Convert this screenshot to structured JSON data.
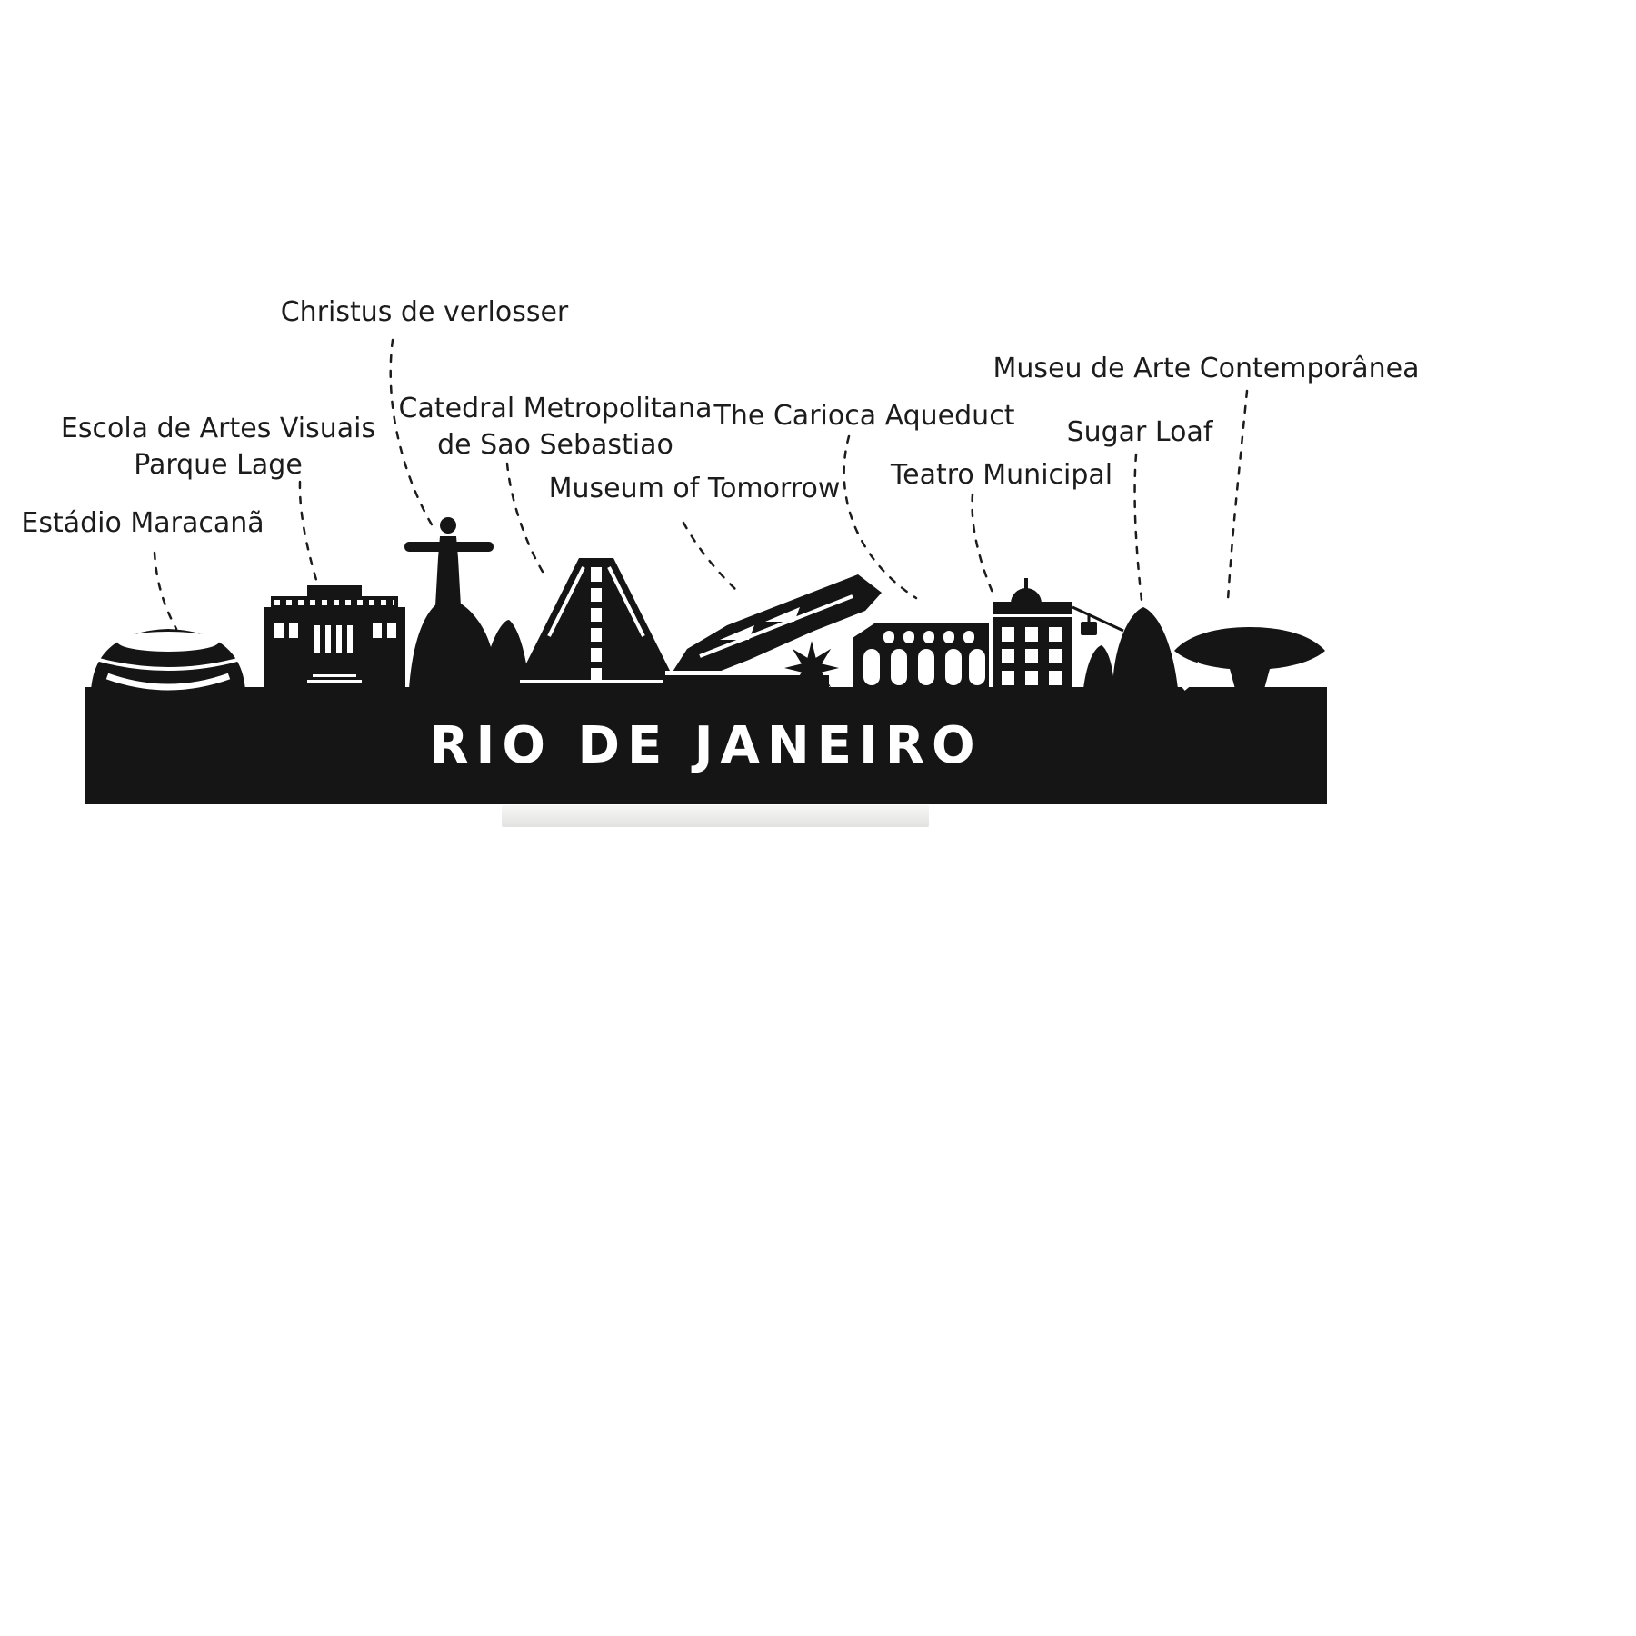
{
  "colors": {
    "background": "#ffffff",
    "silhouette": "#151515",
    "label_text": "#1c1c1c",
    "title_text": "#ffffff",
    "stand": "#ececea"
  },
  "skyline": {
    "title": "RIO DE JANEIRO"
  },
  "labels": {
    "estadio": {
      "text": "Estádio Maracanã"
    },
    "escola": {
      "line1": "Escola de Artes Visuais",
      "line2": "Parque Lage"
    },
    "christus": {
      "text": "Christus de verlosser"
    },
    "catedral": {
      "line1": "Catedral Metropolitana",
      "line2": "de Sao Sebastiao"
    },
    "museum": {
      "text": "Museum of Tomorrow"
    },
    "carioca": {
      "text": "The Carioca Aqueduct"
    },
    "teatro": {
      "text": "Teatro Municipal"
    },
    "sugarloaf": {
      "text": "Sugar Loaf"
    },
    "mac": {
      "text": "Museu de Arte Contemporânea"
    }
  }
}
